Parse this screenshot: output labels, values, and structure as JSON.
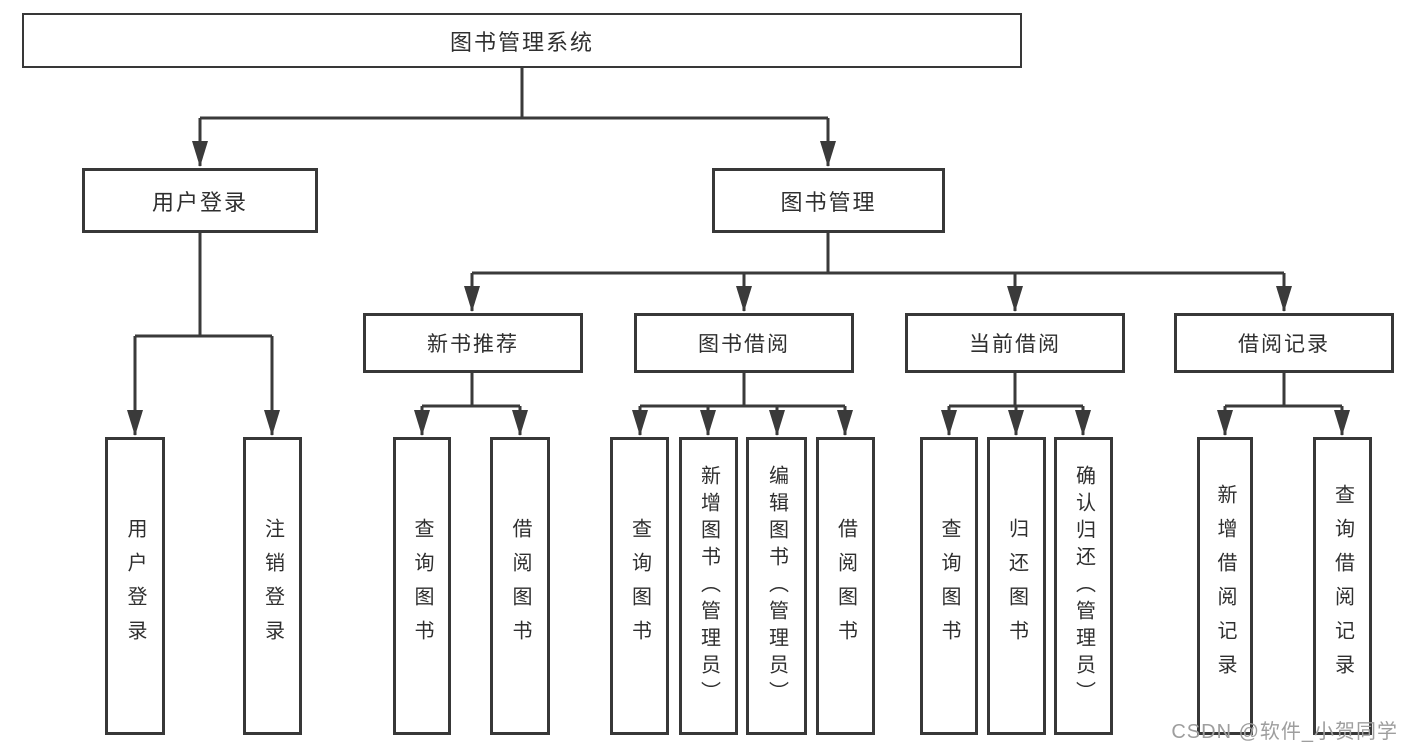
{
  "tree": {
    "root": {
      "label": "图书管理系统"
    },
    "branches": [
      {
        "label": "用户登录",
        "children": [
          {
            "label": "用户登录"
          },
          {
            "label": "注销登录"
          }
        ]
      },
      {
        "label": "图书管理",
        "children": [
          {
            "label": "新书推荐",
            "children": [
              {
                "label": "查询图书"
              },
              {
                "label": "借阅图书"
              }
            ]
          },
          {
            "label": "图书借阅",
            "children": [
              {
                "label": "查询图书"
              },
              {
                "label": "新增图书（管理员）"
              },
              {
                "label": "编辑图书（管理员）"
              },
              {
                "label": "借阅图书"
              }
            ]
          },
          {
            "label": "当前借阅",
            "children": [
              {
                "label": "查询图书"
              },
              {
                "label": "归还图书"
              },
              {
                "label": "确认归还（管理员）"
              }
            ]
          },
          {
            "label": "借阅记录",
            "children": [
              {
                "label": "新增借阅记录"
              },
              {
                "label": "查询借阅记录"
              }
            ]
          }
        ]
      }
    ]
  },
  "watermark": {
    "text": "CSDN @软件_小贺同学"
  },
  "colors": {
    "line": "#3a3a3a",
    "box_border": "#383838",
    "text": "#2f2f2f",
    "background": "#ffffff",
    "watermark_text": "#9e9e9e"
  }
}
